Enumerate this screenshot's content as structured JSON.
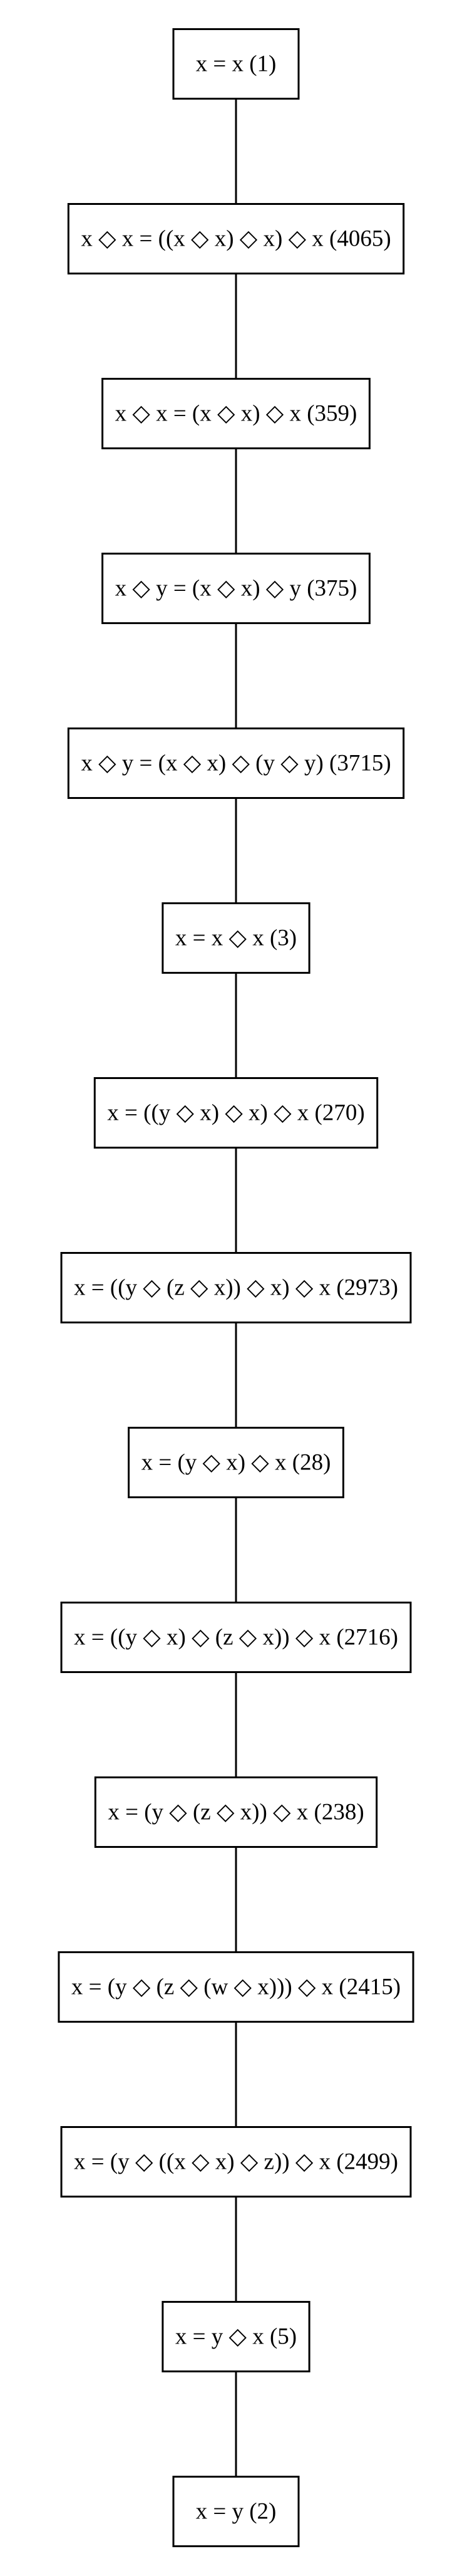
{
  "nodes": [
    {
      "label": "x = x (1)"
    },
    {
      "label": "x ◇ x = ((x ◇ x) ◇ x) ◇ x (4065)"
    },
    {
      "label": "x ◇ x = (x ◇ x) ◇ x (359)"
    },
    {
      "label": "x ◇ y = (x ◇ x) ◇ y (375)"
    },
    {
      "label": "x ◇ y = (x ◇ x) ◇ (y ◇ y) (3715)"
    },
    {
      "label": "x = x ◇ x (3)"
    },
    {
      "label": "x = ((y ◇ x) ◇ x) ◇ x (270)"
    },
    {
      "label": "x = ((y ◇ (z ◇ x)) ◇ x) ◇ x (2973)"
    },
    {
      "label": "x = (y ◇ x) ◇ x (28)"
    },
    {
      "label": "x = ((y ◇ x) ◇ (z ◇ x)) ◇ x (2716)"
    },
    {
      "label": "x = (y ◇ (z ◇ x)) ◇ x (238)"
    },
    {
      "label": "x = (y ◇ (z ◇ (w ◇ x))) ◇ x (2415)"
    },
    {
      "label": "x = (y ◇ ((x ◇ x) ◇ z)) ◇ x (2499)"
    },
    {
      "label": "x = y ◇ x (5)"
    },
    {
      "label": "x = y (2)"
    }
  ]
}
